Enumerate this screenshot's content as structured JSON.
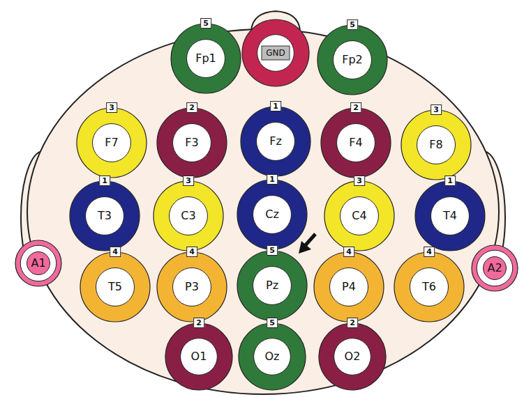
{
  "diagram": {
    "nodes": [
      {
        "text": [
          "5",
          "Fp1"
        ]
      },
      {
        "text": [
          "GND"
        ]
      },
      {
        "text": [
          "5",
          "Fp2"
        ]
      },
      {
        "text": [
          "3",
          "F7"
        ]
      },
      {
        "text": [
          "2",
          "F3"
        ]
      },
      {
        "text": [
          "1",
          "Fz"
        ]
      },
      {
        "text": [
          "2",
          "F4"
        ]
      },
      {
        "text": [
          "3",
          "F8"
        ]
      },
      {
        "text": [
          "1",
          "T3"
        ]
      },
      {
        "text": [
          "3",
          "C3"
        ]
      },
      {
        "text": [
          "1",
          "Cz"
        ]
      },
      {
        "text": [
          "3",
          "C4"
        ]
      },
      {
        "text": [
          "1",
          "T4"
        ]
      },
      {
        "text": [
          "A1"
        ]
      },
      {
        "text": [
          "4",
          "T5"
        ]
      },
      {
        "text": [
          "4",
          "P3"
        ]
      },
      {
        "text": [
          "5",
          "Pz"
        ]
      },
      {
        "text": [
          "4",
          "P4"
        ]
      },
      {
        "text": [
          "4",
          "T6"
        ]
      },
      {
        "text": [
          "A2"
        ]
      },
      {
        "text": [
          "2",
          "O1"
        ]
      },
      {
        "text": [
          "5",
          "Oz"
        ]
      },
      {
        "text": [
          "2",
          "O2"
        ]
      }
    ]
  }
}
